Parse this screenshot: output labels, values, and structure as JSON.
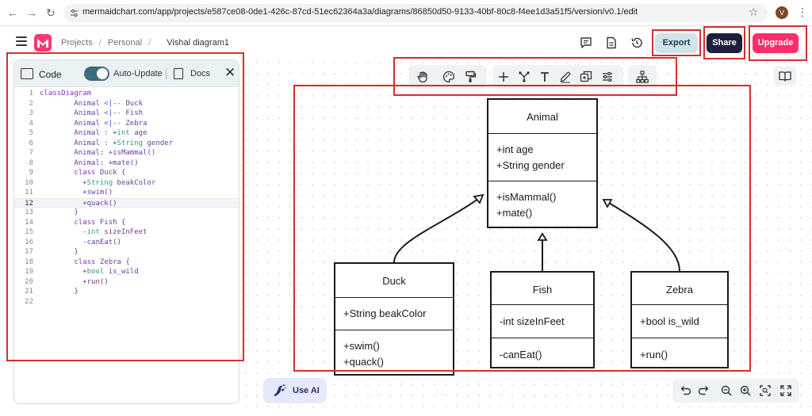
{
  "browser": {
    "url_host": "mermaidchart.com",
    "url_path": "/app/projects/e587ce08-0de1-426c-87cd-51ec62364a3a/diagrams/86850d50-9133-40bf-80c8-f4ee1d3a51f5/version/v0.1/edit",
    "profile_initial": "V"
  },
  "header": {
    "breadcrumbs": [
      "Projects",
      "Personal"
    ],
    "diagram_name": "Vishal diagram1",
    "export_label": "Export",
    "share_label": "Share",
    "upgrade_label": "Upgrade"
  },
  "editor": {
    "title": "Code",
    "auto_update_label": "Auto-Update",
    "auto_update_on": true,
    "docs_label": "Docs",
    "active_line": 12,
    "lines": [
      "classDiagram",
      "        Animal <|-- Duck",
      "        Animal <|-- Fish",
      "        Animal <|-- Zebra",
      "        Animal : +int age",
      "        Animal : +String gender",
      "        Animal: +isMammal()",
      "        Animal: +mate()",
      "        class Duck {",
      "          +String beakColor",
      "          +swim()",
      "          +quack()",
      "        }",
      "        class Fish {",
      "          -int sizeInFeet",
      "          -canEat()",
      "        }",
      "        class Zebra {",
      "          +bool is_wild",
      "          +run()",
      "        }",
      ""
    ]
  },
  "diagram": {
    "classes": [
      {
        "name": "Animal",
        "attributes": [
          "+int age",
          "+String gender"
        ],
        "methods": [
          "+isMammal()",
          "+mate()"
        ]
      },
      {
        "name": "Duck",
        "attributes": [
          "+String beakColor"
        ],
        "methods": [
          "+swim()",
          "+quack()"
        ]
      },
      {
        "name": "Fish",
        "attributes": [
          "-int sizeInFeet"
        ],
        "methods": [
          "-canEat()"
        ]
      },
      {
        "name": "Zebra",
        "attributes": [
          "+bool is_wild"
        ],
        "methods": [
          "+run()"
        ]
      }
    ]
  },
  "bottom": {
    "use_ai_label": "Use AI"
  },
  "colors": {
    "accent_pink": "#ff2d6d",
    "share_dark": "#1e1f3d",
    "export_bg": "#cfe3e8",
    "annotation_red": "#d32f2f"
  }
}
